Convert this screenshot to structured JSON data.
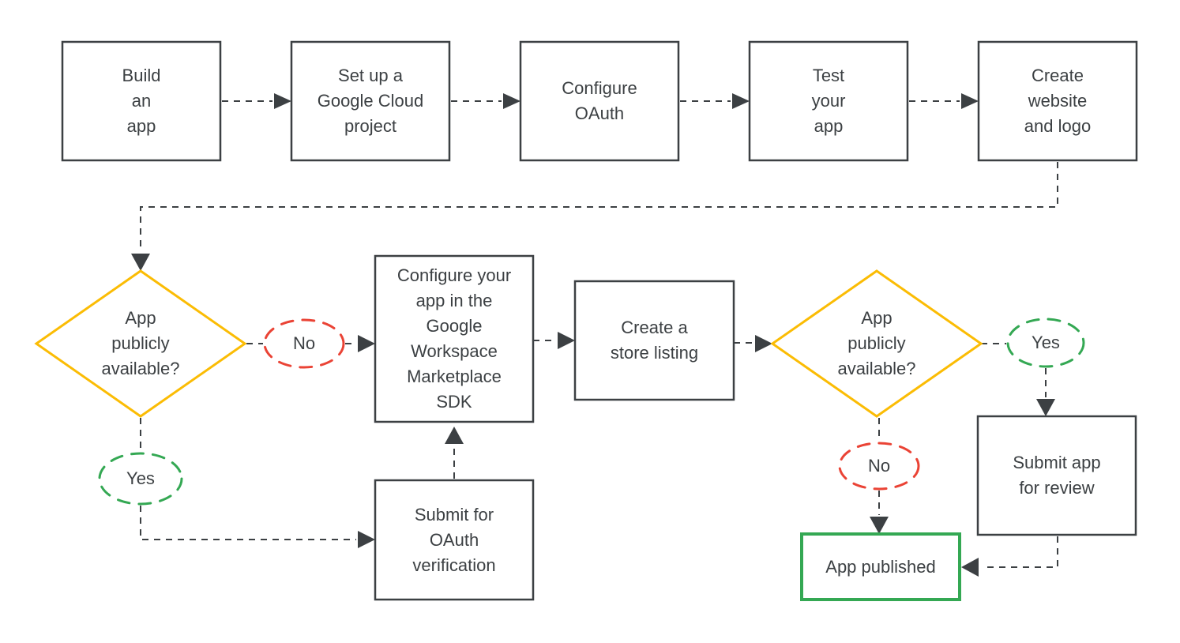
{
  "diagram": {
    "title": "Google Workspace Marketplace app publishing flowchart",
    "type": "flowchart",
    "colors": {
      "outline": "#3C4043",
      "text": "#3C4043",
      "decision_yellow": "#FBBC04",
      "no_red": "#EA4335",
      "yes_green": "#34A853",
      "published_green": "#34A853",
      "background": "#FFFFFF"
    },
    "nodes": [
      {
        "id": "build",
        "type": "process",
        "label": "Build\nan\napp"
      },
      {
        "id": "setup",
        "type": "process",
        "label": "Set up a\nGoogle Cloud\nproject"
      },
      {
        "id": "oauth",
        "type": "process",
        "label": "Configure\nOAuth"
      },
      {
        "id": "test",
        "type": "process",
        "label": "Test\nyour\napp"
      },
      {
        "id": "website",
        "type": "process",
        "label": "Create\nwebsite\nand logo"
      },
      {
        "id": "decision1",
        "type": "decision",
        "label": "App\npublicly\navailable?"
      },
      {
        "id": "no1",
        "type": "edge-label",
        "label": "No"
      },
      {
        "id": "yes1",
        "type": "edge-label",
        "label": "Yes"
      },
      {
        "id": "sdk",
        "type": "process",
        "label": "Configure your\napp in the\nGoogle\nWorkspace\nMarketplace\nSDK"
      },
      {
        "id": "store",
        "type": "process",
        "label": "Create a\nstore listing"
      },
      {
        "id": "decision2",
        "type": "decision",
        "label": "App\npublicly\navailable?"
      },
      {
        "id": "yes2",
        "type": "edge-label",
        "label": "Yes"
      },
      {
        "id": "no2",
        "type": "edge-label",
        "label": "No"
      },
      {
        "id": "oauthverify",
        "type": "process",
        "label": "Submit for\nOAuth\nverification"
      },
      {
        "id": "review",
        "type": "process",
        "label": "Submit app\nfor review"
      },
      {
        "id": "published",
        "type": "terminal",
        "label": "App published"
      }
    ],
    "edges": [
      {
        "from": "build",
        "to": "setup",
        "label": ""
      },
      {
        "from": "setup",
        "to": "oauth",
        "label": ""
      },
      {
        "from": "oauth",
        "to": "test",
        "label": ""
      },
      {
        "from": "test",
        "to": "website",
        "label": ""
      },
      {
        "from": "website",
        "to": "decision1",
        "label": ""
      },
      {
        "from": "decision1",
        "to": "sdk",
        "label": "No"
      },
      {
        "from": "decision1",
        "to": "oauthverify",
        "label": "Yes"
      },
      {
        "from": "oauthverify",
        "to": "sdk",
        "label": ""
      },
      {
        "from": "sdk",
        "to": "store",
        "label": ""
      },
      {
        "from": "store",
        "to": "decision2",
        "label": ""
      },
      {
        "from": "decision2",
        "to": "review",
        "label": "Yes"
      },
      {
        "from": "decision2",
        "to": "published",
        "label": "No"
      },
      {
        "from": "review",
        "to": "published",
        "label": ""
      }
    ]
  }
}
